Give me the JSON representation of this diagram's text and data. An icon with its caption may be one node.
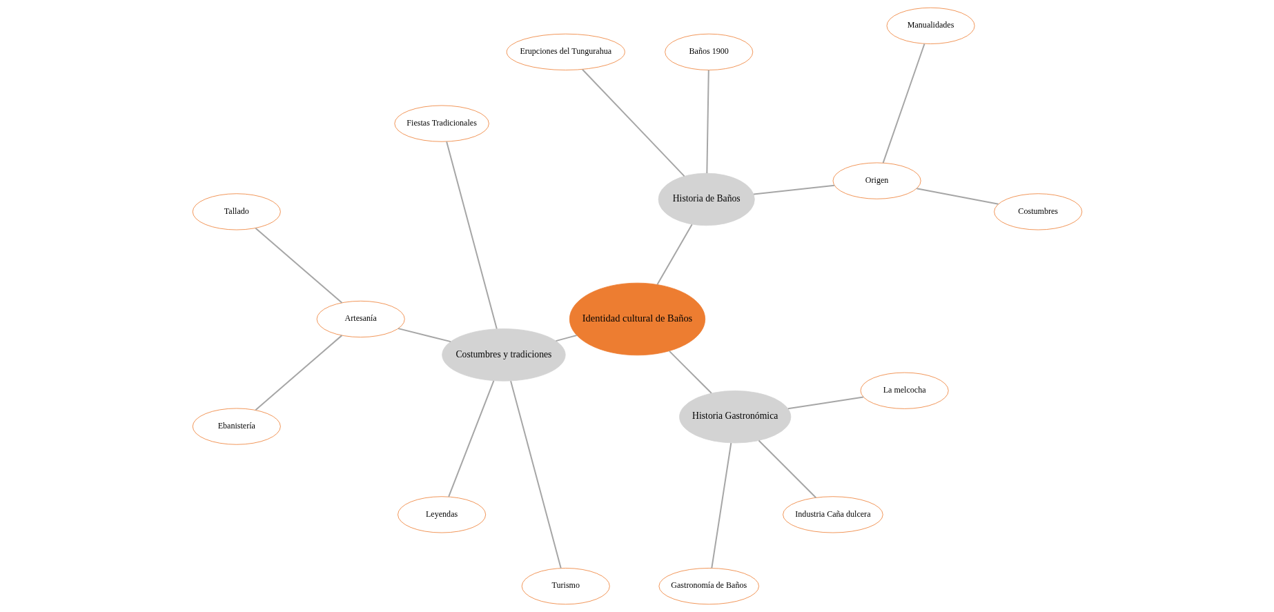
{
  "diagram": {
    "nodes": [
      {
        "text": [
          "Identidad cultural de Baños"
        ]
      },
      {
        "text": [
          "Historia de Baños"
        ]
      },
      {
        "text": [
          "Origen"
        ]
      },
      {
        "text": [
          "Costumbres"
        ]
      },
      {
        "text": [
          "Manualidades"
        ]
      },
      {
        "text": [
          "Baños 1900"
        ]
      },
      {
        "text": [
          "Erupciones del Tungurahua"
        ]
      },
      {
        "text": [
          "Costumbres y tradiciones"
        ]
      },
      {
        "text": [
          "Fiestas Tradicionales"
        ]
      },
      {
        "text": [
          "Tallado"
        ]
      },
      {
        "text": [
          "Artesanía"
        ]
      },
      {
        "text": [
          "Ebanistería"
        ]
      },
      {
        "text": [
          "Leyendas"
        ]
      },
      {
        "text": [
          "Turismo"
        ]
      },
      {
        "text": [
          "Historia Gastronómica"
        ]
      },
      {
        "text": [
          "Gastronomía de Baños"
        ]
      },
      {
        "text": [
          "Industria Caña dulcera"
        ]
      },
      {
        "text": [
          "La melcocha"
        ]
      }
    ],
    "edges": [
      {
        "from": 0,
        "to": 1,
        "arrow": "none"
      },
      {
        "from": 1,
        "to": 2,
        "arrow": "none"
      },
      {
        "from": 2,
        "to": 3,
        "arrow": "none"
      },
      {
        "from": 2,
        "to": 4,
        "arrow": "none"
      },
      {
        "from": 1,
        "to": 5,
        "arrow": "none"
      },
      {
        "from": 1,
        "to": 6,
        "arrow": "none"
      },
      {
        "from": 0,
        "to": 7,
        "arrow": "none"
      },
      {
        "from": 7,
        "to": 8,
        "arrow": "none"
      },
      {
        "from": 7,
        "to": 10,
        "arrow": "none"
      },
      {
        "from": 10,
        "to": 9,
        "arrow": "none"
      },
      {
        "from": 10,
        "to": 11,
        "arrow": "none"
      },
      {
        "from": 7,
        "to": 12,
        "arrow": "none"
      },
      {
        "from": 7,
        "to": 13,
        "arrow": "none"
      },
      {
        "from": 0,
        "to": 14,
        "arrow": "none"
      },
      {
        "from": 14,
        "to": 15,
        "arrow": "none"
      },
      {
        "from": 14,
        "to": 16,
        "arrow": "none"
      },
      {
        "from": 14,
        "to": 17,
        "arrow": "none"
      }
    ]
  }
}
